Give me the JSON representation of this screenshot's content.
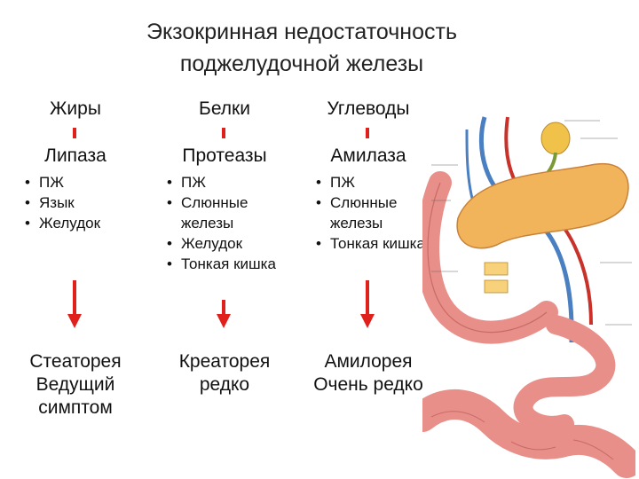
{
  "title": {
    "line1": "Экзокринная недостаточность",
    "line2": "поджелудочной железы"
  },
  "columns": [
    {
      "nutrient": "Жиры",
      "enzyme": "Липаза",
      "sources": [
        "ПЖ",
        "Язык",
        "Желудок"
      ],
      "result_line1": "Стеаторея",
      "result_line2": "Ведущий",
      "result_line3": "симптом"
    },
    {
      "nutrient": "Белки",
      "enzyme": "Протеазы",
      "sources": [
        "ПЖ",
        "Слюнные железы",
        "Желудок",
        "Тонкая кишка"
      ],
      "result_line1": "Креаторея",
      "result_line2": "редко"
    },
    {
      "nutrient": "Углеводы",
      "enzyme": "Амилаза",
      "sources": [
        "ПЖ",
        "Слюнные железы",
        "Тонкая кишка"
      ],
      "result_line1": "Амилорея",
      "result_line2": "Очень редко"
    }
  ],
  "colors": {
    "arrow": "#e0201b",
    "pancreas": "#f2b45a",
    "intestine": "#e88f8a",
    "vessel_blue": "#4a7fc1",
    "vessel_red": "#c8322b"
  },
  "illustration": {
    "icon": "digestive-system-anatomy-icon"
  }
}
